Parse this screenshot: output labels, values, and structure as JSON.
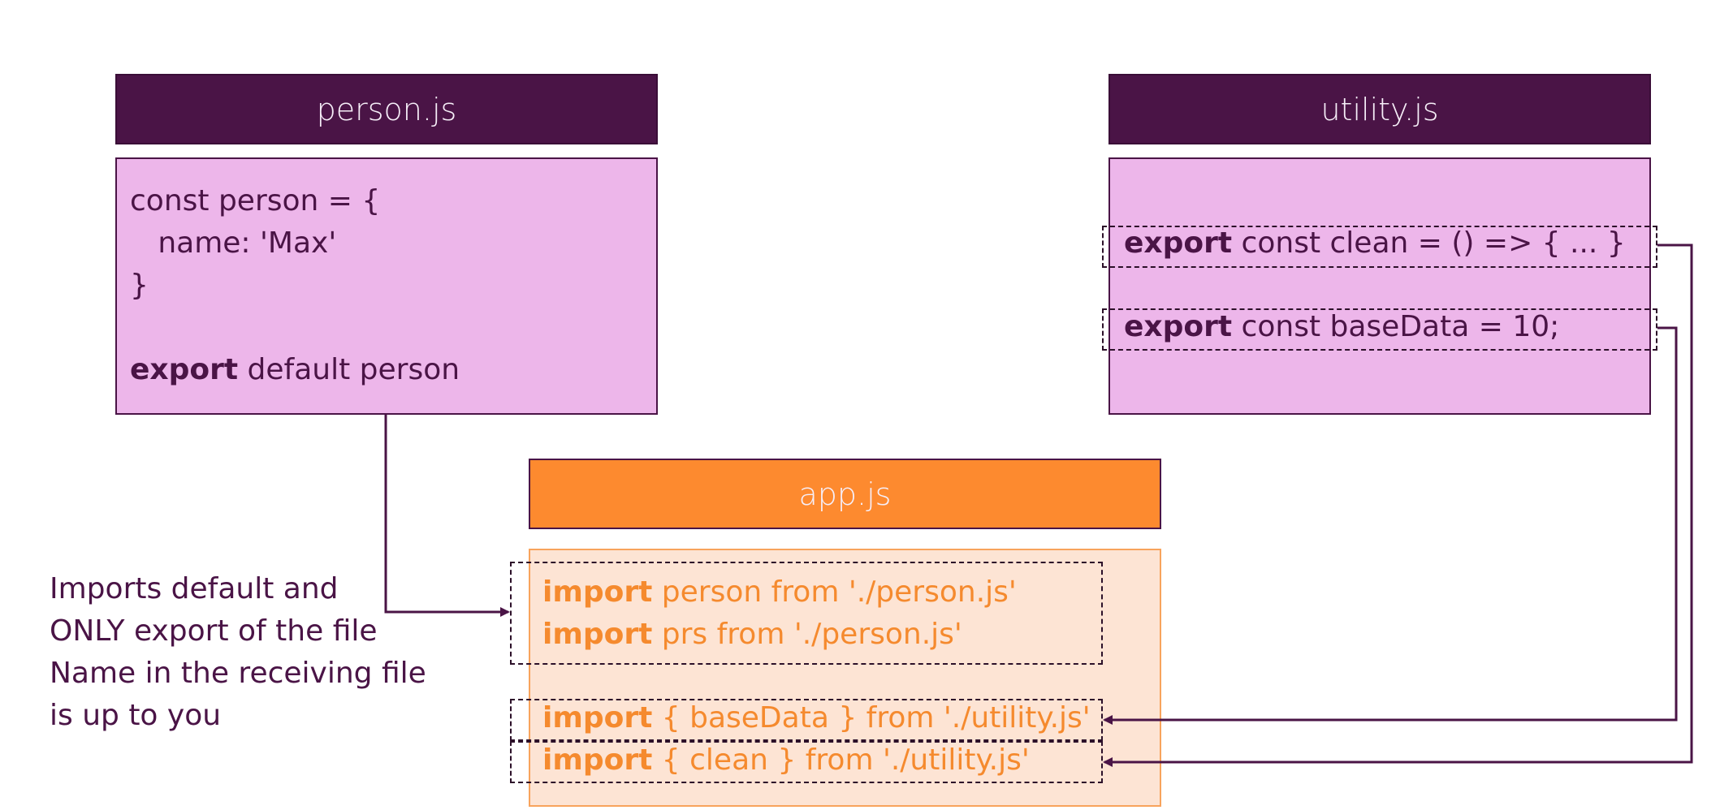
{
  "person_file": {
    "title": "person.js",
    "lines": [
      "const person = {",
      "   name: 'Max'",
      "}"
    ],
    "export_keyword": "export",
    "export_rest": " default person"
  },
  "utility_file": {
    "title": "utility.js",
    "exports": [
      {
        "keyword": "export",
        "rest": " const clean = () => { ... }"
      },
      {
        "keyword": "export",
        "rest": " const baseData = 10;"
      }
    ]
  },
  "app_file": {
    "title": "app.js",
    "imports": [
      {
        "keyword": "import",
        "rest": " person from './person.js'"
      },
      {
        "keyword": "import",
        "rest": " prs from './person.js'"
      },
      {
        "keyword": "import",
        "rest": " { baseData } from './utility.js'"
      },
      {
        "keyword": "import",
        "rest": " { clean } from './utility.js'"
      }
    ]
  },
  "caption": {
    "lines": [
      "Imports default and",
      "ONLY export of the file",
      "Name in the receiving file",
      "is up to you"
    ]
  },
  "colors": {
    "header_purple": "#4a1446",
    "box_pink": "#edb6ea",
    "header_orange": "#fd8a2f",
    "box_peach": "#fde4d4",
    "connector": "#4a1446"
  }
}
